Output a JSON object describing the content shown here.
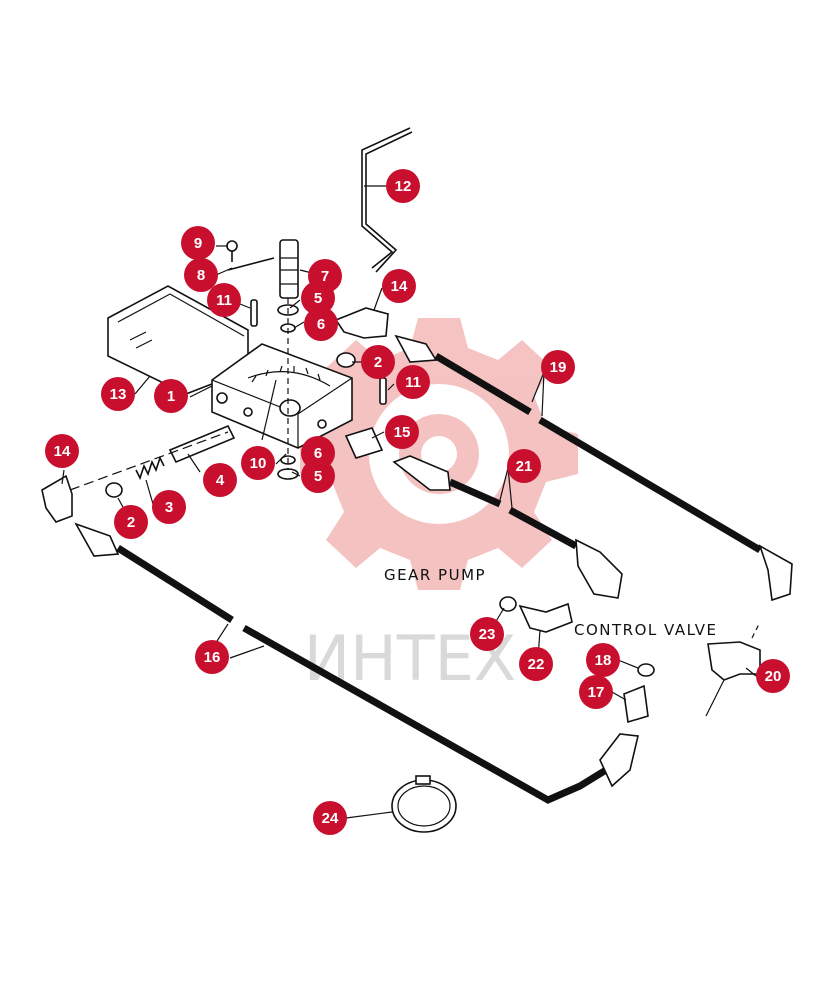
{
  "colors": {
    "callout_fill": "#c8102e",
    "callout_text": "#ffffff",
    "watermark": "#f4b8b8",
    "watermark_text": "#d9d9d9",
    "line": "#111111"
  },
  "watermark": {
    "text": "ИНТЕХ",
    "icon": "gear-logo-icon"
  },
  "labels": {
    "gear_pump": "GEAR PUMP",
    "control_valve": "CONTROL VALVE"
  },
  "callouts": [
    {
      "id": "c1",
      "text": "1"
    },
    {
      "id": "c2a",
      "text": "2"
    },
    {
      "id": "c2b",
      "text": "2"
    },
    {
      "id": "c3",
      "text": "3"
    },
    {
      "id": "c4",
      "text": "4"
    },
    {
      "id": "c5a",
      "text": "5"
    },
    {
      "id": "c5b",
      "text": "5"
    },
    {
      "id": "c6a",
      "text": "6"
    },
    {
      "id": "c6b",
      "text": "6"
    },
    {
      "id": "c7",
      "text": "7"
    },
    {
      "id": "c8",
      "text": "8"
    },
    {
      "id": "c9",
      "text": "9"
    },
    {
      "id": "c10",
      "text": "10"
    },
    {
      "id": "c11a",
      "text": "11"
    },
    {
      "id": "c11b",
      "text": "11"
    },
    {
      "id": "c12",
      "text": "12"
    },
    {
      "id": "c13",
      "text": "13"
    },
    {
      "id": "c14a",
      "text": "14"
    },
    {
      "id": "c14b",
      "text": "14"
    },
    {
      "id": "c15",
      "text": "15"
    },
    {
      "id": "c16a",
      "text": "16"
    },
    {
      "id": "c16b",
      "text": "16"
    },
    {
      "id": "c17",
      "text": "17"
    },
    {
      "id": "c18",
      "text": "18"
    },
    {
      "id": "c19a",
      "text": "19"
    },
    {
      "id": "c19b",
      "text": "19"
    },
    {
      "id": "c20",
      "text": "20"
    },
    {
      "id": "c21a",
      "text": "21"
    },
    {
      "id": "c21b",
      "text": "21"
    },
    {
      "id": "c22",
      "text": "22"
    },
    {
      "id": "c23",
      "text": "23"
    },
    {
      "id": "c24",
      "text": "24"
    }
  ]
}
